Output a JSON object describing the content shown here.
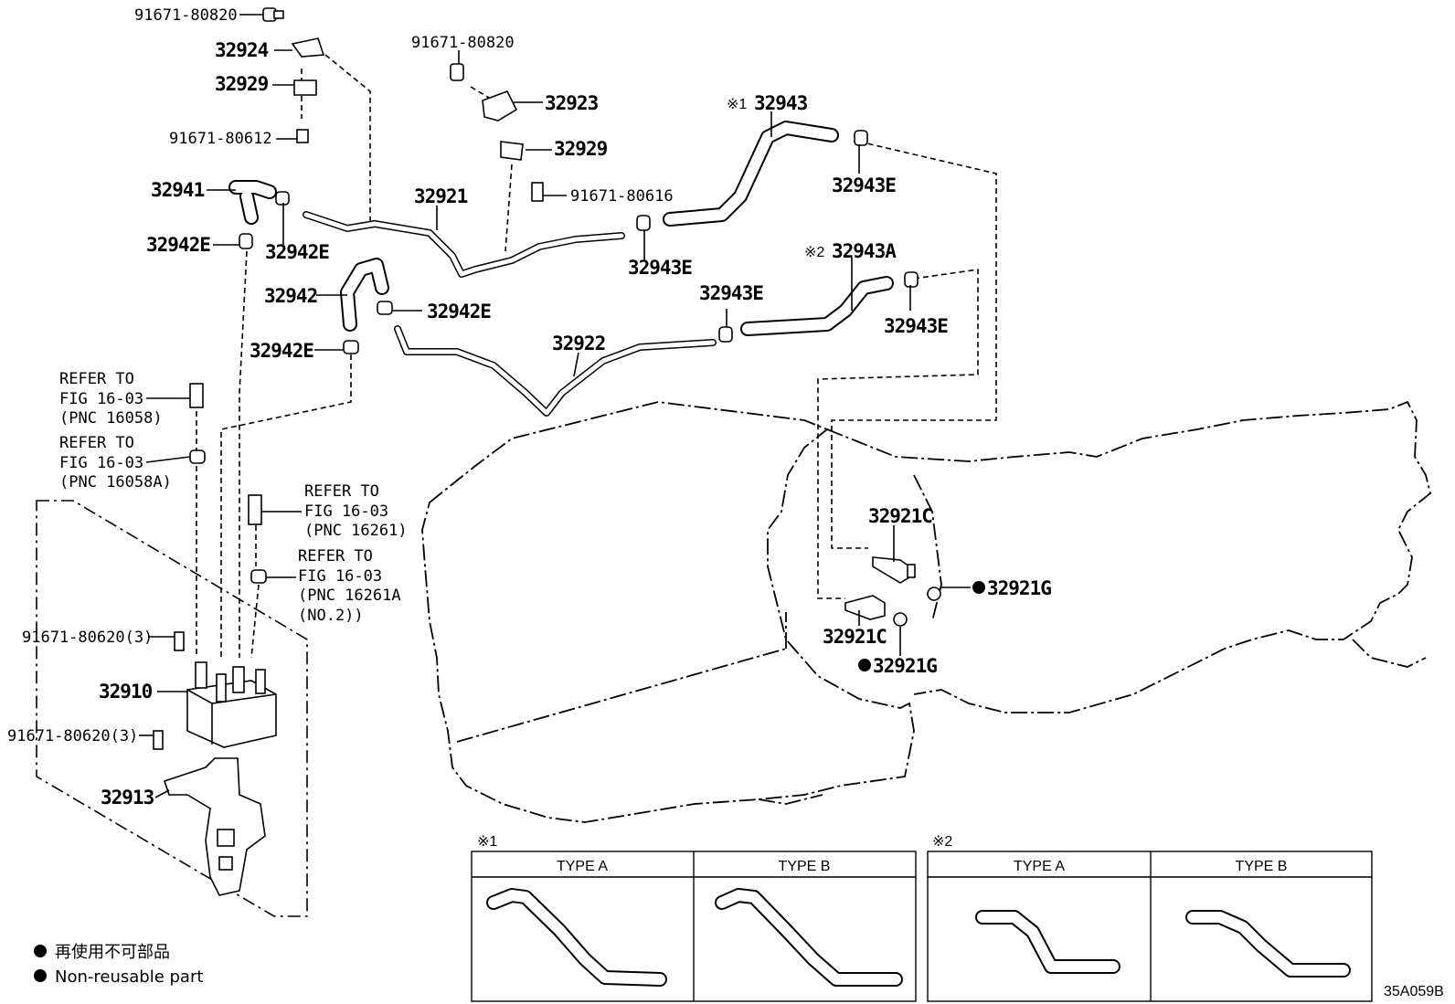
{
  "labels": {
    "bolt_top_left": "91671-80820",
    "bracket_32924": "32924",
    "clamp_32929_left": "32929",
    "bolt_80612": "91671-80612",
    "hose_32941": "32941",
    "clamp_32942e_a": "32942E",
    "clamp_32942e_b": "32942E",
    "tube_32921": "32921",
    "bolt_top_center": "91671-80820",
    "bracket_32923": "32923",
    "clamp_32929_center": "32929",
    "bolt_80616": "91671-80616",
    "hose_32943_mark": "※1",
    "hose_32943": "32943",
    "clamp_32943e_a": "32943E",
    "clamp_32943e_b": "32943E",
    "hose_32943a_mark": "※2",
    "hose_32943a": "32943A",
    "clamp_32943e_c": "32943E",
    "clamp_32943e_d": "32943E",
    "hose_32942": "32942",
    "clamp_32942e_c": "32942E",
    "clamp_32942e_d": "32942E",
    "tube_32922": "32922",
    "union_32921c_a": "32921C",
    "gasket_32921g_a": "32921G",
    "union_32921c_b": "32921C",
    "gasket_32921g_b": "32921G",
    "cooler_32910": "32910",
    "bracket_32913": "32913",
    "bolt_80620_a": "91671-80620(3)",
    "bolt_80620_b": "91671-80620(3)",
    "diagram_code": "35A059B"
  },
  "references": [
    {
      "l1": "REFER TO",
      "l2": "FIG 16-03",
      "l3": "(PNC 16058)"
    },
    {
      "l1": "REFER TO",
      "l2": "FIG 16-03",
      "l3": "(PNC 16058A)"
    },
    {
      "l1": "REFER TO",
      "l2": "FIG 16-03",
      "l3": "(PNC 16261)"
    },
    {
      "l1": "REFER TO",
      "l2": "FIG 16-03",
      "l3": "(PNC 16261A",
      "l4": "(NO.2))"
    }
  ],
  "legend": {
    "symbol": "●",
    "jp": "再使用不可部品",
    "en": "Non-reusable part"
  },
  "variants": [
    {
      "mark": "※1",
      "type_a": "TYPE A",
      "type_b": "TYPE B"
    },
    {
      "mark": "※2",
      "type_a": "TYPE A",
      "type_b": "TYPE B"
    }
  ]
}
